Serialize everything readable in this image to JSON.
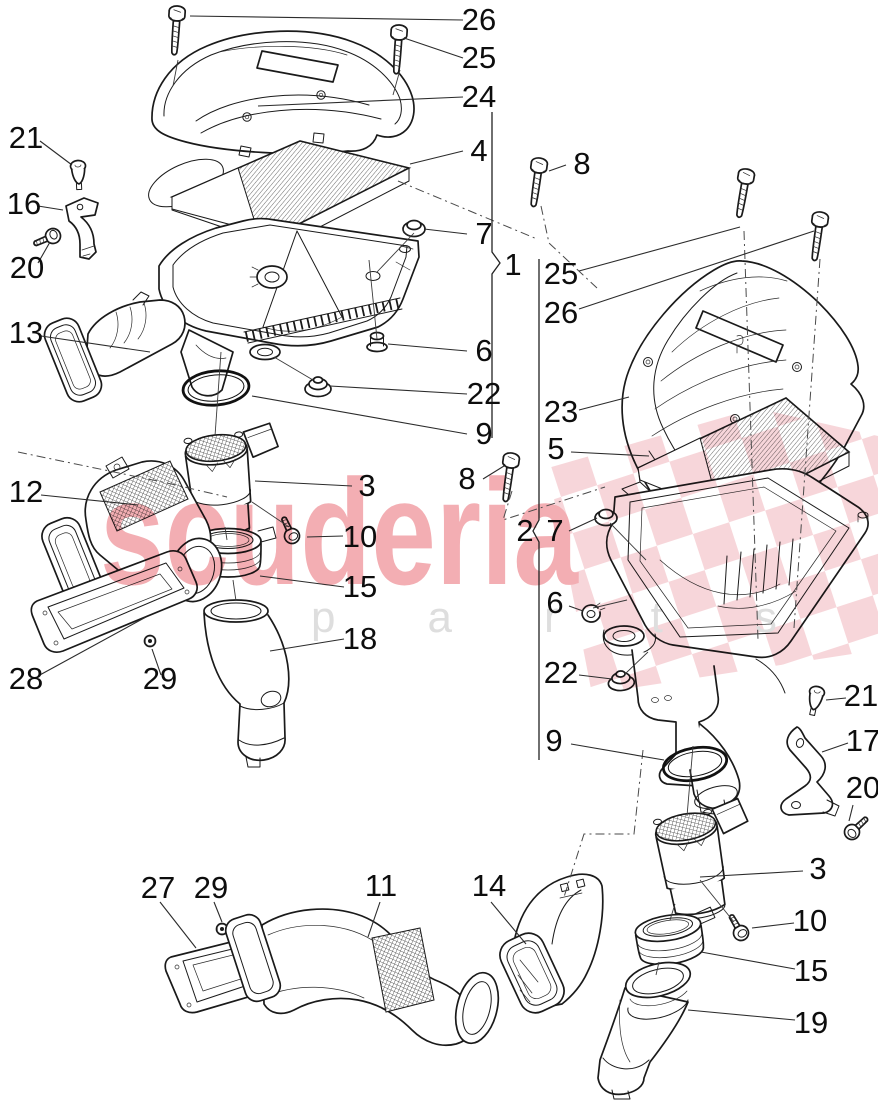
{
  "watermark": {
    "brand": "scuderia",
    "sub": "parts",
    "brand_color": "#f3aeb3",
    "sub_color": "#dedede",
    "checker_color": "#f7d6da"
  },
  "ink_color": "#1a1a1a",
  "callouts": {
    "c26a": "26",
    "c25a": "25",
    "c24a": "24",
    "c4a": "4",
    "c7a": "7",
    "c1": "1",
    "c6a": "6",
    "c22a": "22",
    "c9a": "9",
    "c21a": "21",
    "c16": "16",
    "c20a": "20",
    "c13": "13",
    "c12": "12",
    "c28": "28",
    "c29a": "29",
    "c3a": "3",
    "c10a": "10",
    "c15a": "15",
    "c18": "18",
    "c27": "27",
    "c29b": "29",
    "c11": "11",
    "c14": "14",
    "c8a": "8",
    "c25b": "25",
    "c26b": "26",
    "c23": "23",
    "c5": "5",
    "c2": "2",
    "c7b": "7",
    "c8b": "8",
    "c6b": "6",
    "c22b": "22",
    "c9b": "9",
    "c21b": "21",
    "c17": "17",
    "c20b": "20",
    "c3b": "3",
    "c10b": "10",
    "c15b": "15",
    "c19": "19"
  }
}
